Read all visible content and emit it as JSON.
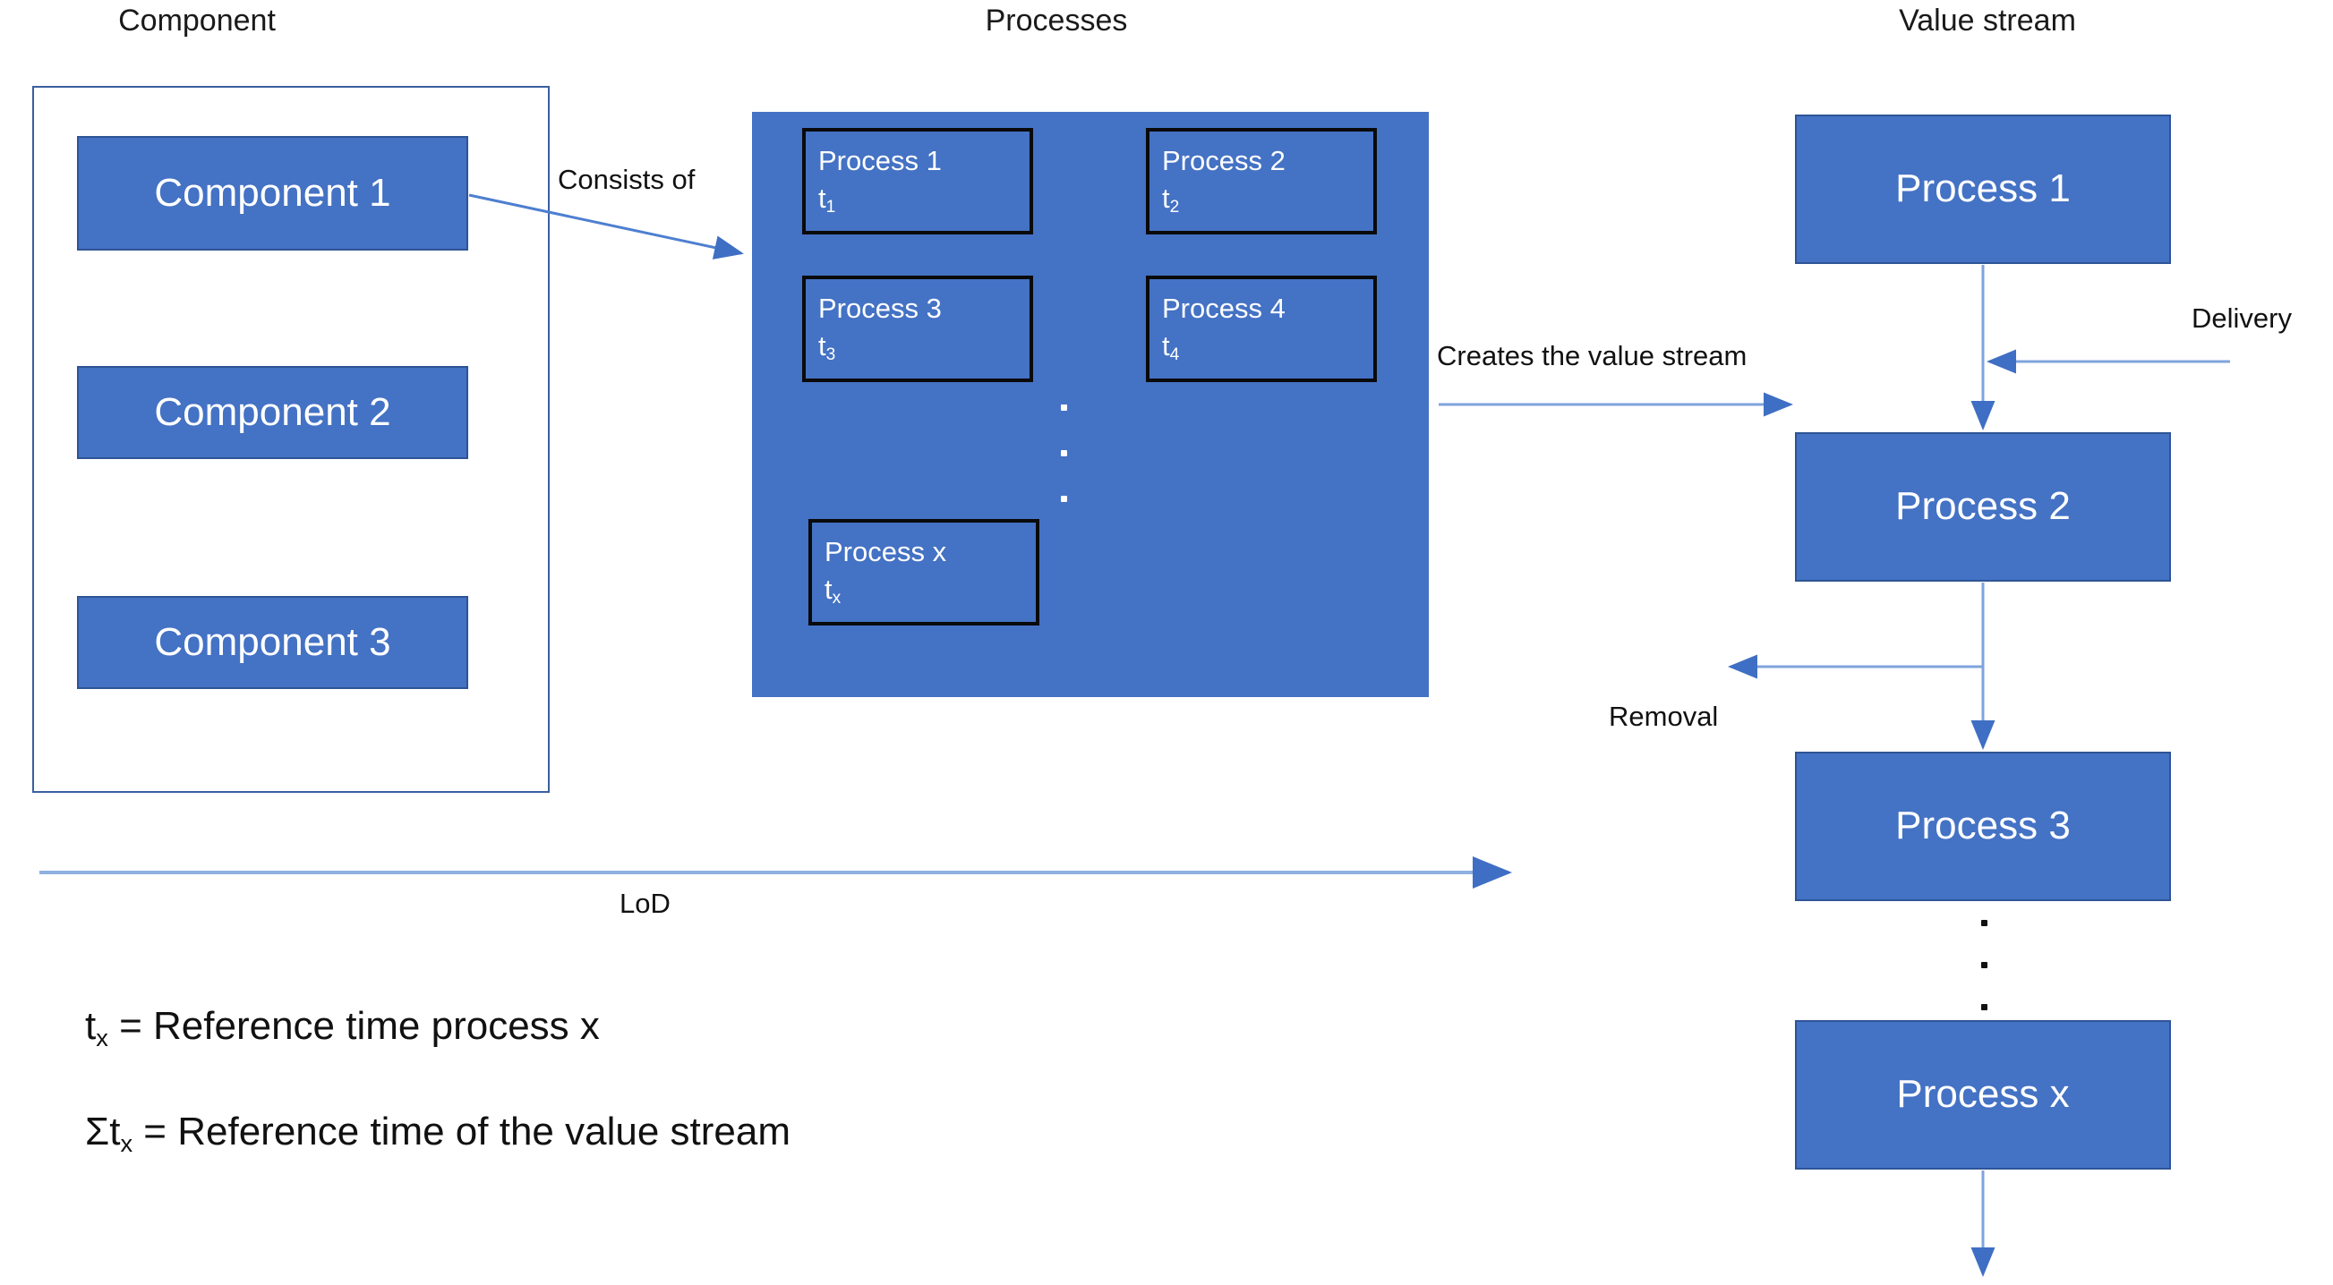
{
  "columns": {
    "component_title": "Component",
    "processes_title": "Processes",
    "value_stream_title": "Value stream"
  },
  "component_group": {
    "boxes": [
      {
        "label": "Component 1"
      },
      {
        "label": "Component 2"
      },
      {
        "label": "Component 3"
      }
    ]
  },
  "processes_group": {
    "cards": [
      {
        "name": "Process 1",
        "time": "t",
        "time_sub": "1"
      },
      {
        "name": "Process 2",
        "time": "t",
        "time_sub": "2"
      },
      {
        "name": "Process 3",
        "time": "t",
        "time_sub": "3"
      },
      {
        "name": "Process 4",
        "time": "t",
        "time_sub": "4"
      },
      {
        "name": "Process x",
        "time": "t",
        "time_sub": "x"
      }
    ],
    "ellipsis": "·"
  },
  "value_stream": {
    "boxes": [
      {
        "label": "Process 1"
      },
      {
        "label": "Process 2"
      },
      {
        "label": "Process 3"
      },
      {
        "label": "Process x"
      }
    ],
    "ellipsis": "·"
  },
  "labels": {
    "consists_of": "Consists of",
    "creates_value_stream": "Creates the value stream",
    "delivery": "Delivery",
    "removal": "Removal",
    "lod": "LoD"
  },
  "legend": {
    "line1_prefix": "t",
    "line1_sub": "x",
    "line1_rest": " = Reference time process x",
    "line2_prefix": "Σt",
    "line2_sub": "x",
    "line2_rest": " = Reference time of the value stream"
  },
  "colors": {
    "fill_blue": "#4472C4",
    "border_blue": "#2E5496",
    "arrow_blue": "#4E7FD0",
    "card_border": "#0a0a0a",
    "text_dark": "#111111",
    "text_light": "#ffffff"
  }
}
